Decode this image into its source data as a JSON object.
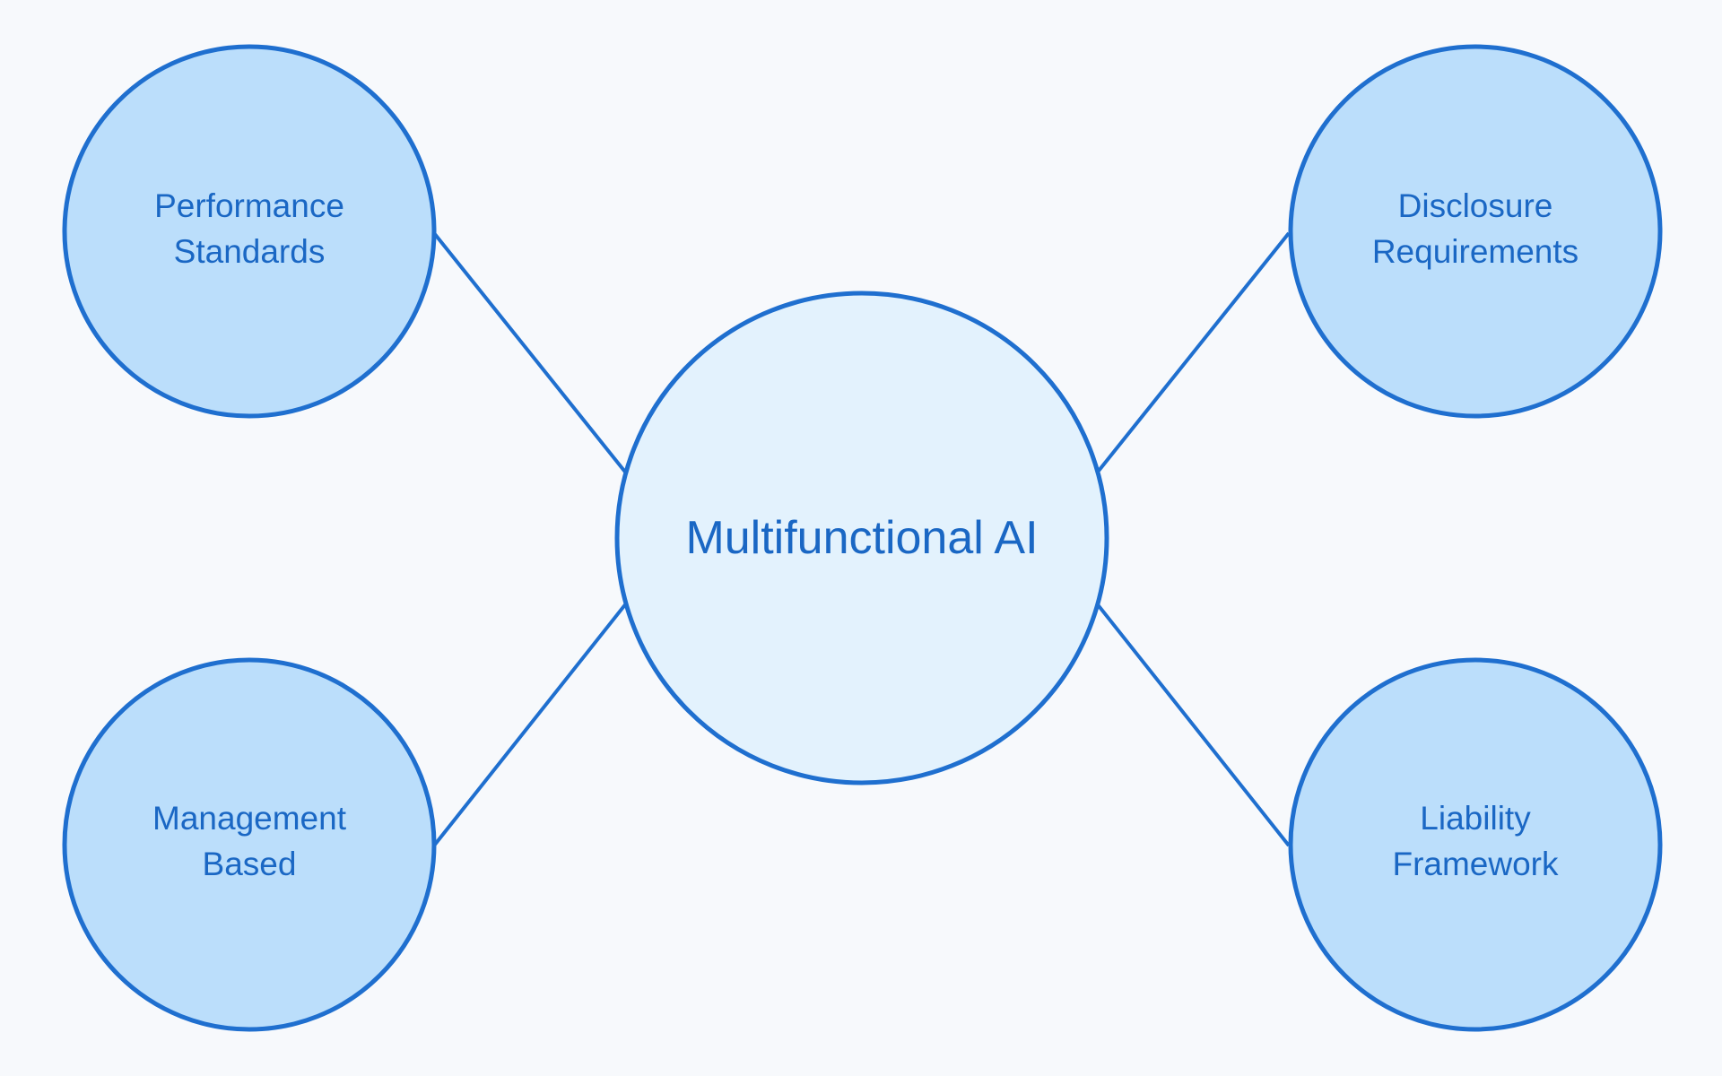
{
  "colors": {
    "background": "#f7f9fc",
    "stroke": "#1f6fcf",
    "center_fill": "#e3f2fd",
    "outer_fill": "#bbdefb",
    "text": "#1a67c4"
  },
  "diagram": {
    "center": {
      "label": "Multifunctional AI"
    },
    "nodes": [
      {
        "id": "performance-standards",
        "line1": "Performance",
        "line2": "Standards"
      },
      {
        "id": "disclosure-requirements",
        "line1": "Disclosure",
        "line2": "Requirements"
      },
      {
        "id": "management-based",
        "line1": "Management",
        "line2": "Based"
      },
      {
        "id": "liability-framework",
        "line1": "Liability",
        "line2": "Framework"
      }
    ]
  }
}
